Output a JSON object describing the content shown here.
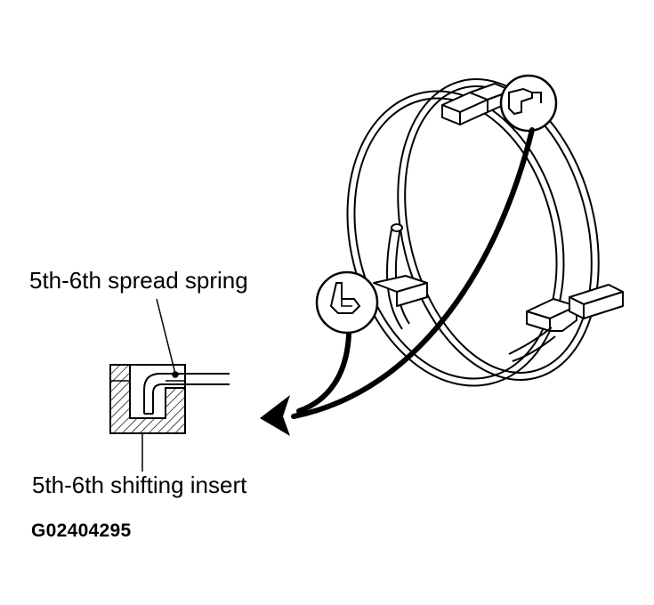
{
  "labels": {
    "spread_spring": "5th-6th spread spring",
    "shifting_insert": "5th-6th shifting insert",
    "figure_code": "G02404295"
  },
  "colors": {
    "line": "#000000",
    "background": "#ffffff"
  }
}
